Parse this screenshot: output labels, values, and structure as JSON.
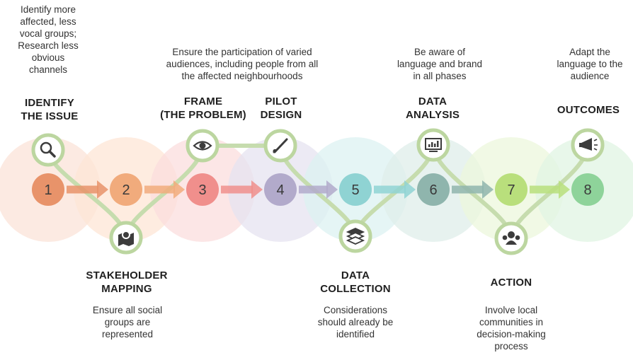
{
  "notes": {
    "identify": "Identify more\naffected, less\nvocal groups;\nResearch less\nobvious\nchannels",
    "participation": "Ensure the participation of varied\naudiences, including people from all\nthe affected neighbourhoods",
    "language_brand": "Be aware of\nlanguage and brand\nin all phases",
    "adapt": "Adapt the\nlanguage to the\naudience",
    "social_groups": "Ensure all social\ngroups are\nrepresented",
    "considerations": "Considerations\nshould already be\nidentified",
    "local_communities": "Involve local\ncommunities in\ndecision-making\nprocess"
  },
  "stage_titles": {
    "identify": "IDENTIFY\nTHE ISSUE",
    "frame": "FRAME\n(THE PROBLEM)",
    "pilot": "PILOT\nDESIGN",
    "analysis": "DATA\nANALYSIS",
    "outcomes": "OUTCOMES",
    "stakeholder": "STAKEHOLDER\nMAPPING",
    "collection": "DATA\nCOLLECTION",
    "action": "ACTION"
  },
  "steps": [
    {
      "number": "1",
      "color": "#e8936a",
      "halo": "#fbe3d8"
    },
    {
      "number": "2",
      "color": "#f1ab7c",
      "halo": "#fde6d6"
    },
    {
      "number": "3",
      "color": "#f08f8c",
      "halo": "#fbdede"
    },
    {
      "number": "4",
      "color": "#b2aacb",
      "halo": "#e6e3f0"
    },
    {
      "number": "5",
      "color": "#8fd3d3",
      "halo": "#dcf1f1"
    },
    {
      "number": "6",
      "color": "#8fb5ad",
      "halo": "#dfeeea"
    },
    {
      "number": "7",
      "color": "#b9df7c",
      "halo": "#ecf7dc"
    },
    {
      "number": "8",
      "color": "#8ed39a",
      "halo": "#e0f4e3"
    }
  ],
  "icons": [
    "search-icon",
    "map-pin-icon",
    "eye-icon",
    "brush-icon",
    "stack-icon",
    "monitor-chart-icon",
    "community-icon",
    "megaphone-icon"
  ],
  "colors": {
    "path": "#c6dcae",
    "icon_ring": "#bcd6a0",
    "icon_fill": "#ffffff",
    "glyph": "#3c3c3c"
  }
}
